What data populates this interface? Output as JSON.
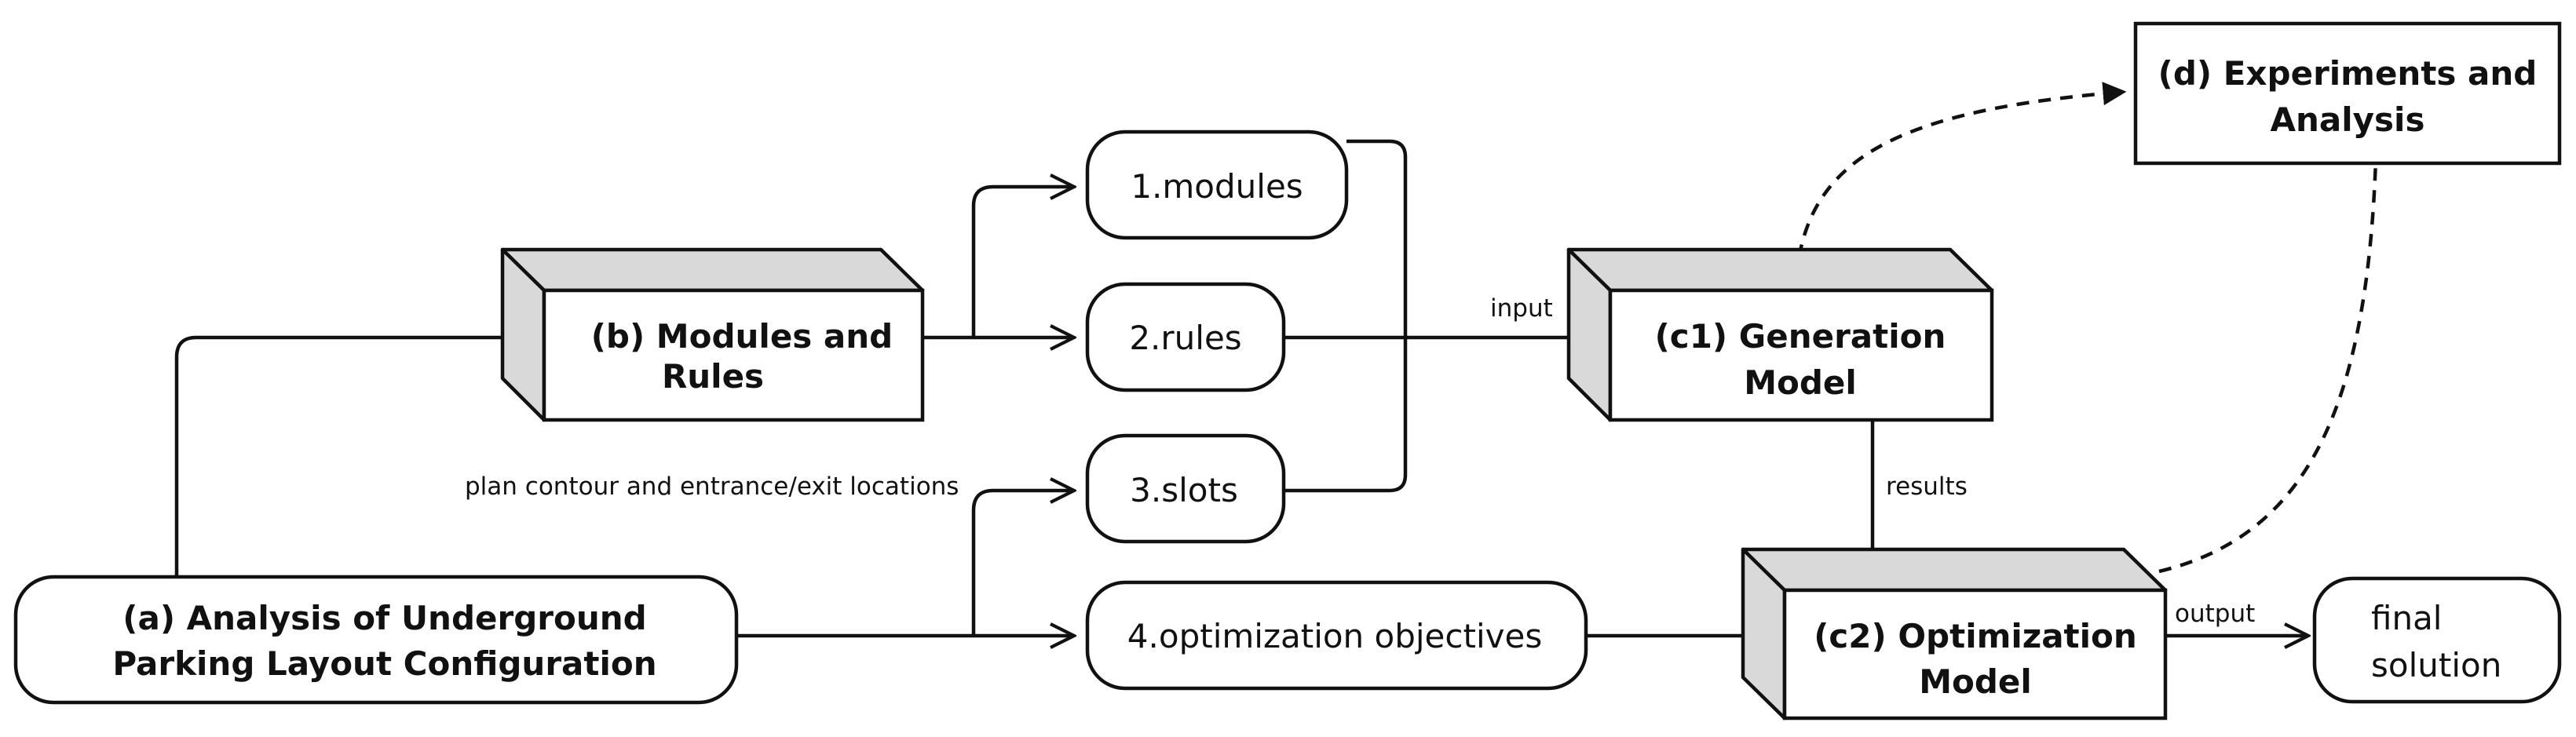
{
  "nodes": {
    "a": {
      "lines": [
        "(a) Analysis of Underground",
        "Parking Layout Configuration"
      ]
    },
    "b": {
      "lines": [
        "(b) Modules and",
        "Rules"
      ]
    },
    "m1": {
      "label": "1.modules"
    },
    "m2": {
      "label": "2.rules"
    },
    "m3": {
      "label": "3.slots"
    },
    "m4": {
      "label": "4.optimization objectives"
    },
    "c1": {
      "lines": [
        "(c1) Generation",
        "Model"
      ]
    },
    "c2": {
      "lines": [
        "(c2) Optimization",
        "Model"
      ]
    },
    "d": {
      "lines": [
        "(d) Experiments and",
        "Analysis"
      ]
    },
    "final": {
      "lines": [
        "final",
        "solution"
      ]
    }
  },
  "edge_labels": {
    "plan": "plan contour and entrance/exit locations",
    "input": "input",
    "results": "results",
    "output": "output"
  },
  "colors": {
    "stroke": "#111111",
    "shade": "#d9d9d9",
    "background": "#ffffff"
  }
}
